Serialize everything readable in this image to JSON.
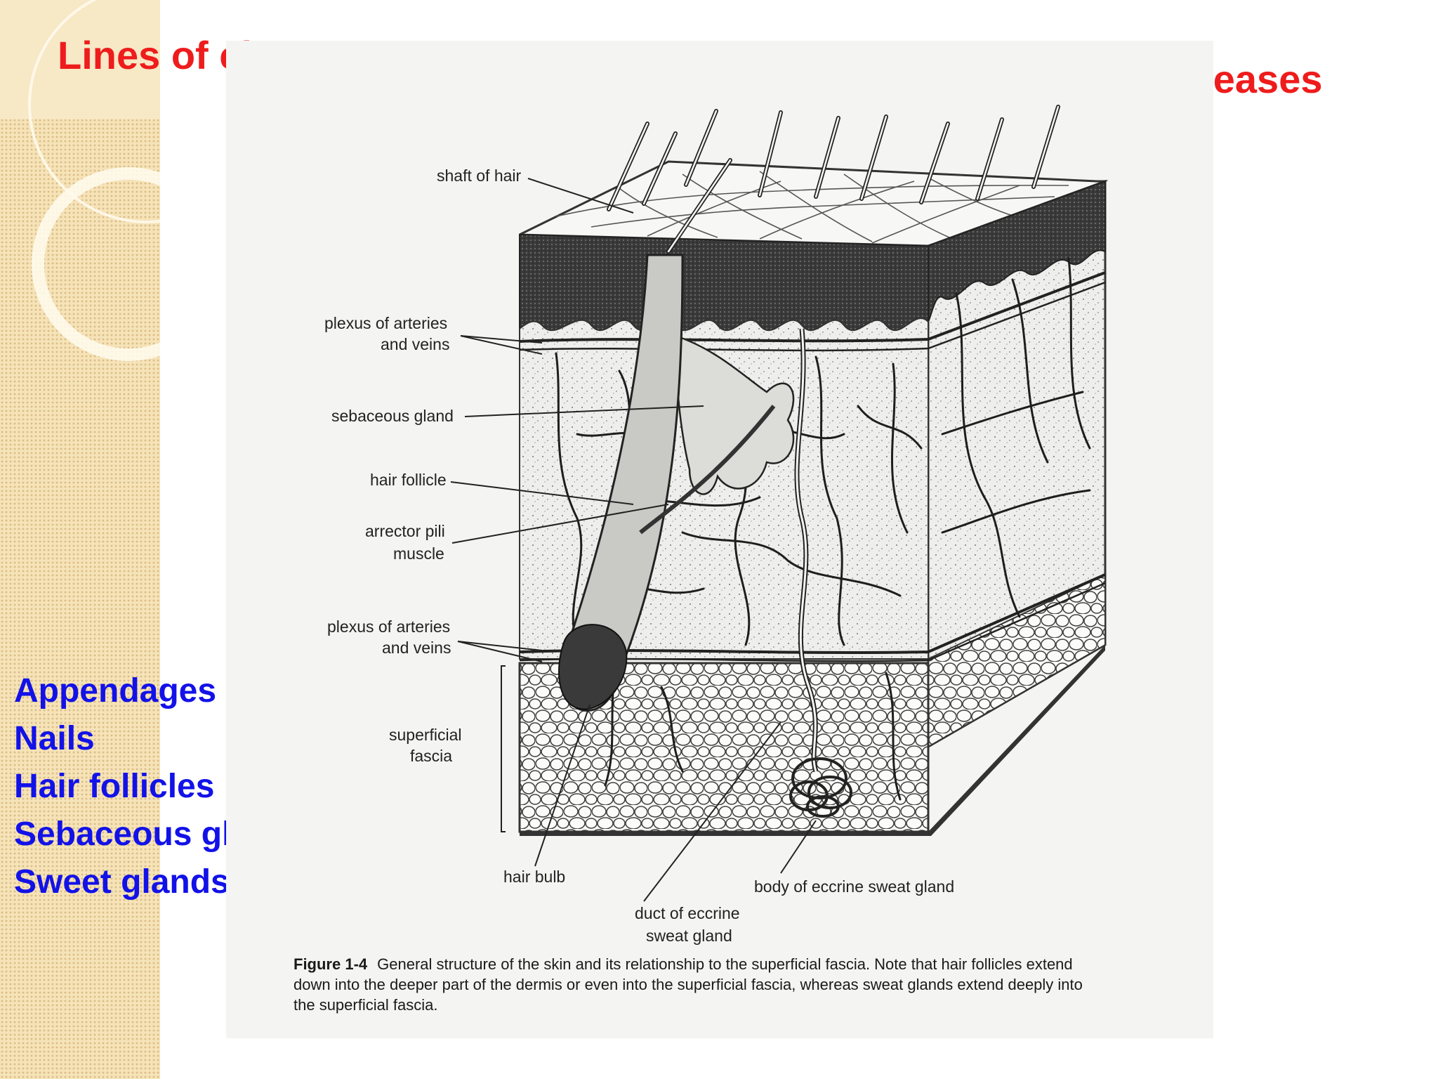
{
  "slide": {
    "title_left": "Lines of cleavage",
    "title_right": "Skin creases",
    "appendages": [
      "Appendages are",
      "Nails",
      "Hair follicles",
      "Sebaceous glands",
      "Sweet glands"
    ]
  },
  "figure": {
    "labels": {
      "shaft_of_hair": "shaft of hair",
      "plexus_upper_1": "plexus of arteries",
      "plexus_upper_2": "and veins",
      "sebaceous_gland": "sebaceous gland",
      "hair_follicle": "hair follicle",
      "arrector_1": "arrector pili",
      "arrector_2": "muscle",
      "plexus_lower_1": "plexus of arteries",
      "plexus_lower_2": "and veins",
      "superficial_1": "superficial",
      "superficial_2": "fascia",
      "hair_bulb": "hair bulb",
      "body_eccrine": "body of eccrine sweat gland",
      "duct_1": "duct of eccrine",
      "duct_2": "sweat gland"
    },
    "caption_number": "Figure 1-4",
    "caption_text": "General structure of the skin and its relationship to the superficial fascia. Note that hair follicles extend down into the deeper part of the dermis or even into the superficial fascia, whereas sweat glands extend deeply into the superficial fascia."
  },
  "colors": {
    "title_red": "#ee1c1c",
    "list_blue": "#1212e8",
    "sidebar_beige": "#f6e3b8"
  }
}
